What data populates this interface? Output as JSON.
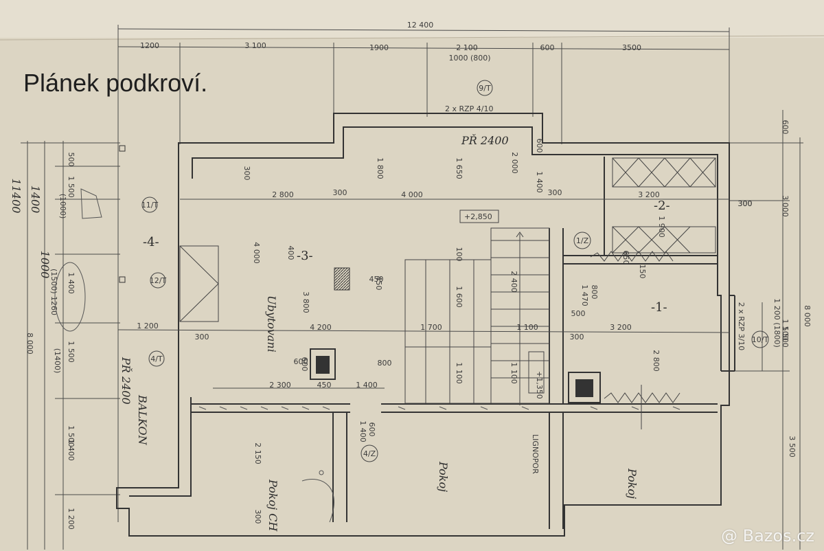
{
  "title": "Plánek podkroví.",
  "watermark": "@ Bazos.cz",
  "colors": {
    "paper": "#dcd5c3",
    "ink": "#3a3a3a",
    "wall": "#3b3b3b"
  },
  "dimensions_top": [
    "12 400",
    "1200",
    "3 100",
    "1900",
    "2 100",
    "1000 (800)",
    "600",
    "3500"
  ],
  "dimensions_inner": [
    "2 800",
    "300",
    "4 000",
    "300",
    "3 200",
    "300",
    "1 200",
    "300",
    "4 200",
    "1 700",
    "1 100",
    "300",
    "3 200",
    "2 300",
    "450",
    "1 400",
    "800",
    "600",
    "450",
    "500"
  ],
  "dimensions_left": [
    "11400",
    "1400",
    "1000",
    "500",
    "1 500",
    "(1000)",
    "1 500",
    "(1400)",
    "1 500",
    "1 400",
    "1 200",
    "8 000",
    "(1500) 1260",
    "1 400"
  ],
  "dimensions_right": [
    "600",
    "300",
    "3 000",
    "8 000",
    "1 200 (1800)",
    "1 500",
    "3 500",
    "2 x RZP 3/10"
  ],
  "labels": {
    "rzp_top": "2 x RZP 4/10",
    "pr_top": "PŘ 2400",
    "pr_left": "PŘ 2400",
    "level_a": "+2,850",
    "level_b": "+1,350",
    "room1": "-1-",
    "room2": "-2-",
    "room3": "-3-",
    "room4": "-4-",
    "balkon": "BALKON",
    "ubytovani": "Ubytovani",
    "pokoj_left": "Pokoj",
    "pokoj_right": "Pokoj",
    "lignopor": "LIGNOPOR",
    "pokoj_small": "Pokoj CH"
  },
  "markers": [
    "9/T",
    "11/T",
    "12/T",
    "4/T",
    "1/Z",
    "4/Z",
    "10/T"
  ],
  "vertical_dims": [
    "300",
    "1 800",
    "1 650",
    "2 000",
    "600",
    "1 400",
    "400",
    "4 000",
    "3 800",
    "450",
    "100",
    "2 400",
    "1 600",
    "1 100",
    "1 100",
    "150",
    "800",
    "1 470",
    "1 900",
    "650",
    "2 800",
    "600",
    "1 500",
    "2 150",
    "300",
    "600",
    "1 400"
  ]
}
